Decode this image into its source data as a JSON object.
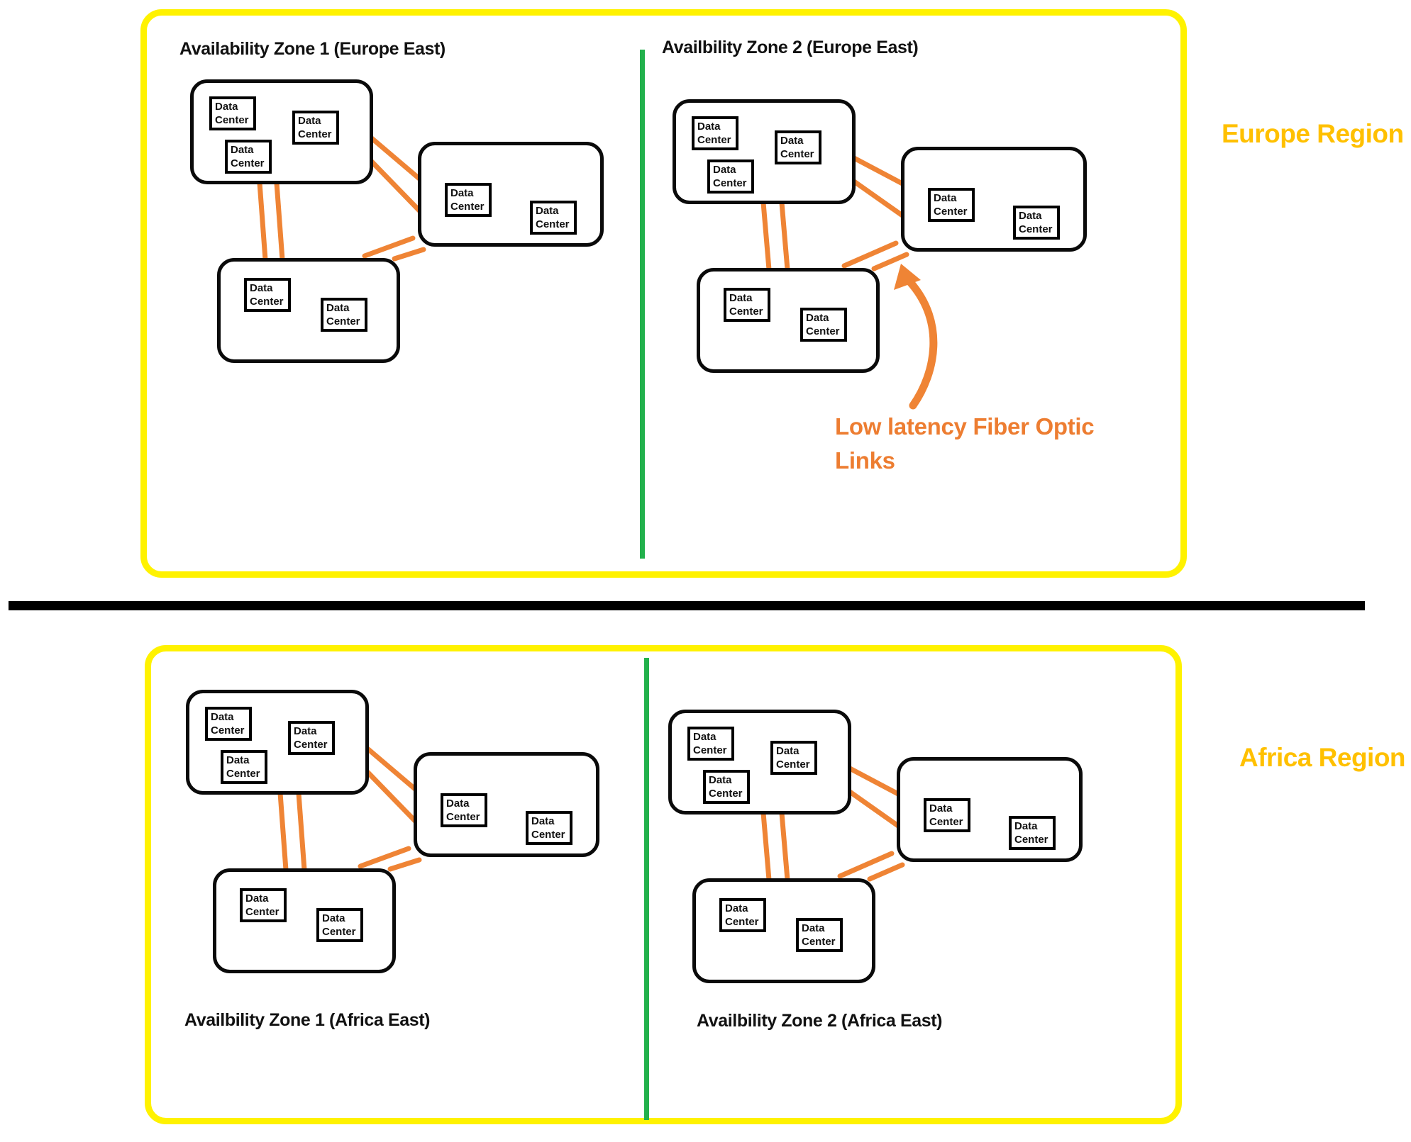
{
  "colors": {
    "region_border_yellow": "#FFF200",
    "zone_divider_green": "#22B14C",
    "fiber_link_orange": "#EF8435",
    "annotation_orange": "#ED7D31",
    "region_label_gold": "#FFC000",
    "shape_border_black": "#000000"
  },
  "labels": {
    "data_center_line1": "Data",
    "data_center_line2": "Center"
  },
  "regions": [
    {
      "name": "Europe Region",
      "zone1_title": "Availability Zone 1 (Europe East)",
      "zone2_title": "Availbility Zone 2 (Europe East)"
    },
    {
      "name": "Africa Region",
      "zone1_title": "Availbility Zone 1 (Africa East)",
      "zone2_title": "Availbility Zone 2 (Africa East)"
    }
  ],
  "annotation": {
    "line1": "Low latency Fiber Optic",
    "line2": "Links"
  }
}
